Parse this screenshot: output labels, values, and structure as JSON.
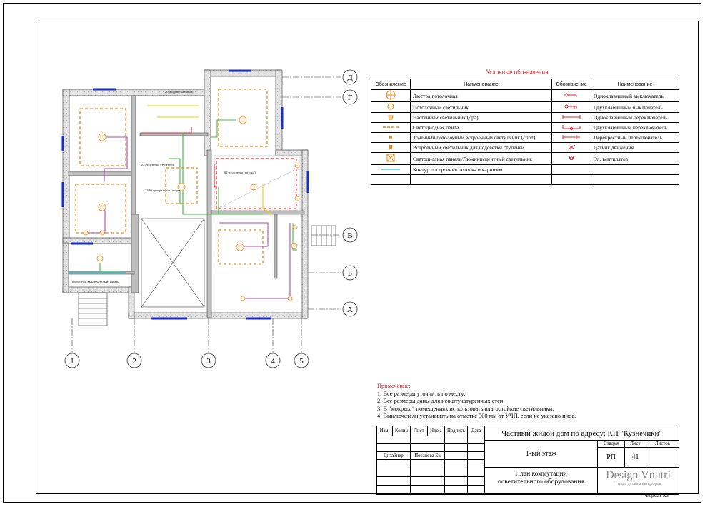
{
  "legend": {
    "title": "Условные обозначения",
    "col_symbol": "Обозначение",
    "col_name": "Наименование",
    "left": [
      "Люстра потолочная",
      "Потолочный светильник",
      "Настенный светильник (бра)",
      "Светодиодная лента",
      "Точечный потолочный встроенный светильник (спот)",
      "Встроенный светильник для подсветки ступеней",
      "Светодиодная панель/Люминисцентный светильник",
      "Контур построения потолка и карнизов"
    ],
    "right": [
      "Одноклавишный выключатель",
      "Двухклавишный выключатель",
      "Одноклавишный переключатель",
      "Двухклавишный переключатель",
      "Перекрестный переключатель",
      "Датчик движения",
      "Эл. вентилятор"
    ]
  },
  "notes": {
    "title": "Примечание:",
    "items": [
      "1. Все размеры уточнить по месту;",
      "2. Все размеры даны для неоштукатуренных стен;",
      "3. В \"мокрых \" помещениях использовать влагостойкие светильники;",
      "4. Выключатели установить на отметке 900 мм от УЧП, если не указано иное."
    ]
  },
  "title_block": {
    "h_izm": "Изм.",
    "h_kol": "Колич",
    "h_list": "Лист",
    "h_ndok": "Ндок.",
    "h_podp": "Подпись",
    "h_data": "Дата",
    "project": "Частный жилой дом по адресу: КП \"Кузнечики\"",
    "role": "Дизайнер",
    "person": "Потапова Ек",
    "floor": "1-ый этаж",
    "sheet_title_1": "План коммутации",
    "sheet_title_2": "осветительного оборудования",
    "stage_label": "Стадия",
    "list_label": "Лист",
    "lists_label": "Листов",
    "stage": "РП",
    "list": "41",
    "brand": "Design Vnutri",
    "brand_sub": "студия дизайна интерьеров"
  },
  "format": "Формат А3",
  "axes": {
    "vertical": [
      "1",
      "2",
      "3",
      "4",
      "5"
    ],
    "horizontal": [
      "Д",
      "Г",
      "В",
      "Б",
      "А"
    ]
  },
  "plan_labels": {
    "stair_light": "20 (подсветка ступеней)",
    "niche_light": "20 (подсветка ниши)",
    "stair_light2": "62 (подсветка потолка)",
    "central_light": "22(F) центральная секция",
    "garage_switch": "проходной выключатель из гаража"
  },
  "colors": {
    "red": "#e0252b",
    "orange": "#f08a1d",
    "yellow": "#e8d000",
    "green": "#3cbf3c",
    "magenta": "#b24ab8",
    "cyan": "#22b8c8",
    "blue": "#1d2fbf",
    "wall": "#dcdcdc"
  }
}
